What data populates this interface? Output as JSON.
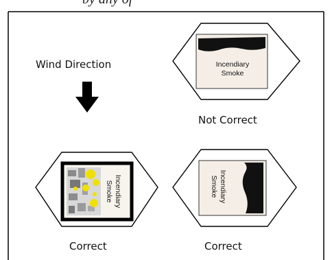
{
  "page_header_fragment": "by any of",
  "legend": {
    "wind_label": "Wind Direction"
  },
  "counters": [
    {
      "id": "top-right",
      "text_lines": [
        "Incendiary",
        "Smoke"
      ],
      "caption": "Not Correct"
    },
    {
      "id": "bottom-left",
      "text_lines": [
        "Incendiary",
        "Smoke"
      ],
      "caption": "Correct"
    },
    {
      "id": "bottom-right",
      "text_lines": [
        "Incendiary",
        "Smoke"
      ],
      "caption": "Correct"
    }
  ],
  "colors": {
    "smoke_band": "#111111",
    "smoke_yellow": "#f0e000",
    "smoke_gray": "#8a8a8a",
    "hex_stroke": "#000000"
  }
}
